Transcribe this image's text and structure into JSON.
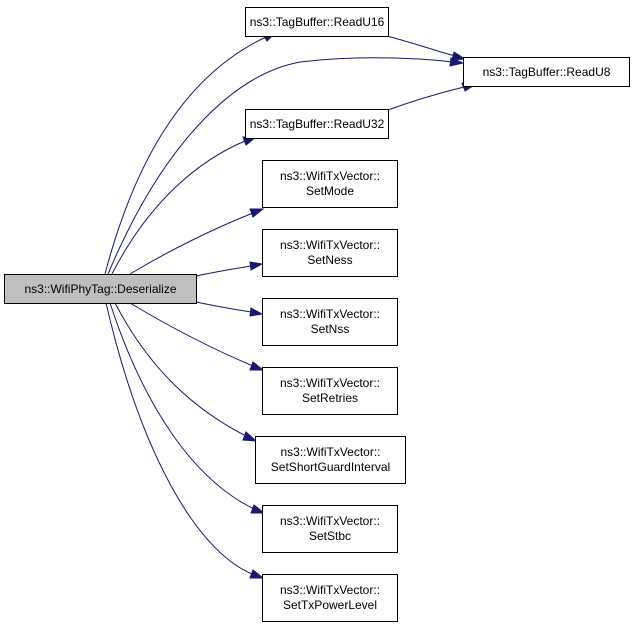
{
  "colors": {
    "edge": "#191970",
    "root_fill": "#bfbfbf",
    "node_fill": "#ffffff",
    "border": "#000000"
  },
  "nodes": {
    "deserialize": [
      "ns3::WifiPhyTag::Deserialize"
    ],
    "read_u16": [
      "ns3::TagBuffer::ReadU16"
    ],
    "read_u8": [
      "ns3::TagBuffer::ReadU8"
    ],
    "read_u32": [
      "ns3::TagBuffer::ReadU32"
    ],
    "set_mode": [
      "ns3::WifiTxVector::",
      "SetMode"
    ],
    "set_ness": [
      "ns3::WifiTxVector::",
      "SetNess"
    ],
    "set_nss": [
      "ns3::WifiTxVector::",
      "SetNss"
    ],
    "set_retries": [
      "ns3::WifiTxVector::",
      "SetRetries"
    ],
    "set_short_guard_interval": [
      "ns3::WifiTxVector::",
      "SetShortGuardInterval"
    ],
    "set_stbc": [
      "ns3::WifiTxVector::",
      "SetStbc"
    ],
    "set_tx_power_level": [
      "ns3::WifiTxVector::",
      "SetTxPowerLevel"
    ]
  },
  "edges": [
    [
      "deserialize",
      "read_u16"
    ],
    [
      "deserialize",
      "read_u8"
    ],
    [
      "deserialize",
      "read_u32"
    ],
    [
      "read_u16",
      "read_u8"
    ],
    [
      "read_u32",
      "read_u8"
    ],
    [
      "deserialize",
      "set_mode"
    ],
    [
      "deserialize",
      "set_ness"
    ],
    [
      "deserialize",
      "set_nss"
    ],
    [
      "deserialize",
      "set_retries"
    ],
    [
      "deserialize",
      "set_short_guard_interval"
    ],
    [
      "deserialize",
      "set_stbc"
    ],
    [
      "deserialize",
      "set_tx_power_level"
    ]
  ]
}
